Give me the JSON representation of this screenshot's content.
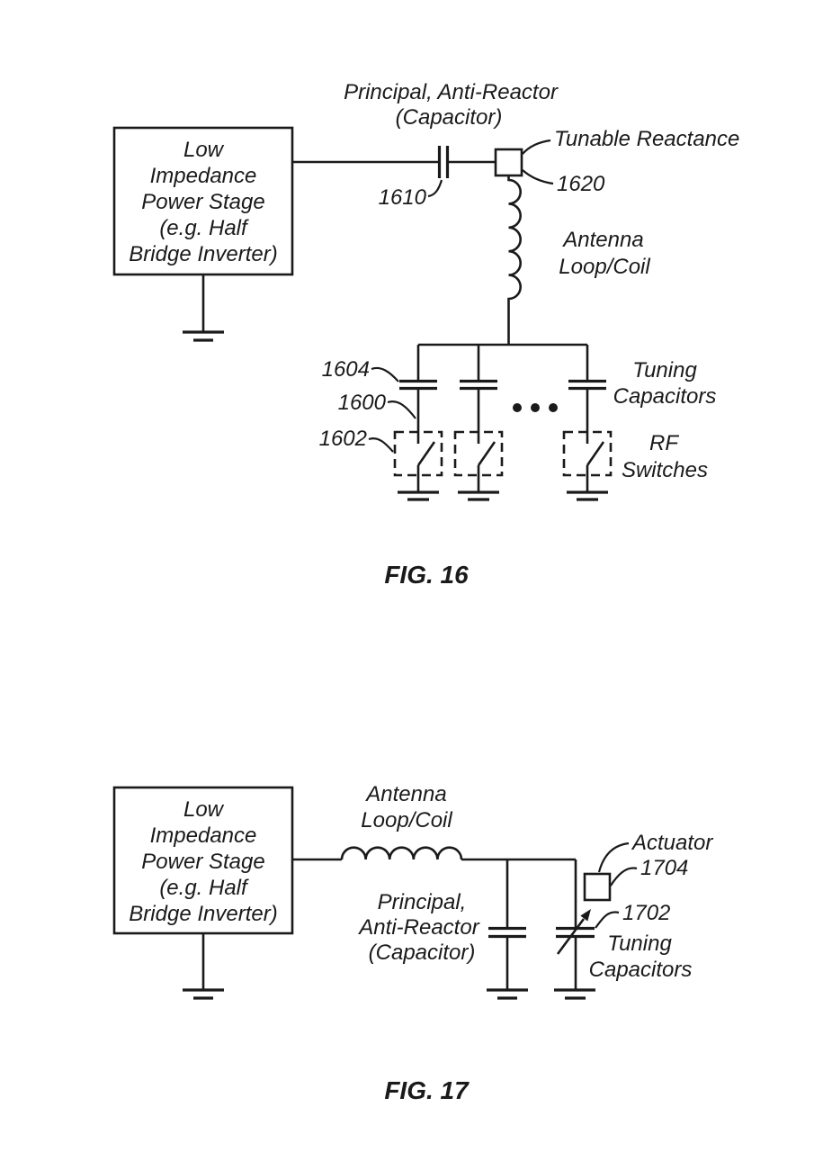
{
  "page": {
    "background": "#ffffff",
    "ink": "#1a1a1a"
  },
  "fig16": {
    "caption": "FIG. 16",
    "power_stage_box": {
      "lines": [
        "Low",
        "Impedance",
        "Power Stage",
        "(e.g. Half",
        "Bridge Inverter)"
      ]
    },
    "principal_capacitor_label": {
      "line1": "Principal, Anti-Reactor",
      "line2": "(Capacitor)"
    },
    "ref_1610": "1610",
    "tunable_reactance_label": "Tunable Reactance",
    "ref_1620": "1620",
    "antenna_label": {
      "line1": "Antenna",
      "line2": "Loop/Coil"
    },
    "ref_1604": "1604",
    "ref_1600": "1600",
    "ref_1602": "1602",
    "tuning_capacitors_label": {
      "line1": "Tuning",
      "line2": "Capacitors"
    },
    "rf_switches_label": {
      "line1": "RF",
      "line2": "Switches"
    },
    "ellipsis_icon": "ellipsis-dots"
  },
  "fig17": {
    "caption": "FIG. 17",
    "power_stage_box": {
      "lines": [
        "Low",
        "Impedance",
        "Power Stage",
        "(e.g. Half",
        "Bridge Inverter)"
      ]
    },
    "antenna_label": {
      "line1": "Antenna",
      "line2": "Loop/Coil"
    },
    "principal_capacitor_label": {
      "line1": "Principal,",
      "line2": "Anti-Reactor",
      "line3": "(Capacitor)"
    },
    "actuator_label": "Actuator",
    "ref_1704": "1704",
    "ref_1702": "1702",
    "tuning_capacitors_label": {
      "line1": "Tuning",
      "line2": "Capacitors"
    }
  }
}
